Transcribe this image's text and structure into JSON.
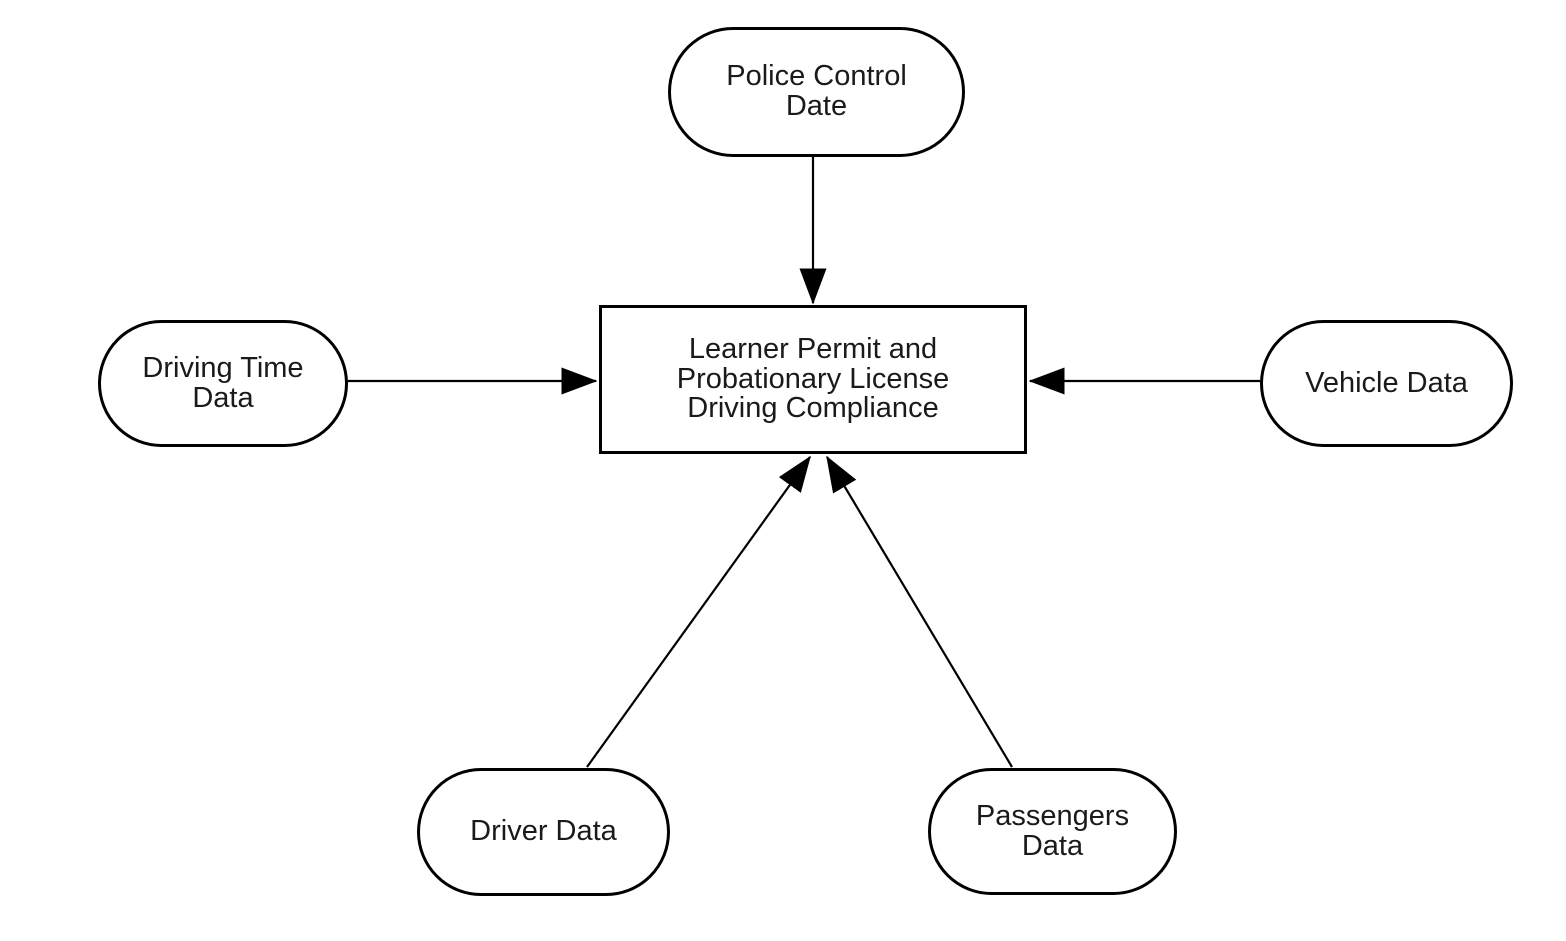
{
  "diagram": {
    "title": "Learner Permit and Probationary License Driving Compliance diagram",
    "background_color": "#ffffff",
    "stroke_color": "#000000",
    "text_color": "#1a1a1a",
    "node_fill_color": "#ffffff",
    "nodes": {
      "police_control_date": {
        "label": "Police Control\nDate",
        "shape": "stadium"
      },
      "driving_time_data": {
        "label": "Driving Time\nData",
        "shape": "stadium"
      },
      "vehicle_data": {
        "label": "Vehicle Data",
        "shape": "stadium"
      },
      "center": {
        "label": "Learner Permit and\nProbationary License\nDriving Compliance",
        "shape": "rectangle"
      },
      "driver_data": {
        "label": "Driver Data",
        "shape": "stadium"
      },
      "passengers_data": {
        "label": "Passengers\nData",
        "shape": "stadium"
      }
    },
    "edges": [
      {
        "from": "police_control_date",
        "to": "center",
        "arrowhead": "filled-triangle"
      },
      {
        "from": "driving_time_data",
        "to": "center",
        "arrowhead": "filled-triangle"
      },
      {
        "from": "vehicle_data",
        "to": "center",
        "arrowhead": "filled-triangle"
      },
      {
        "from": "driver_data",
        "to": "center",
        "arrowhead": "filled-triangle"
      },
      {
        "from": "passengers_data",
        "to": "center",
        "arrowhead": "filled-triangle"
      }
    ]
  }
}
